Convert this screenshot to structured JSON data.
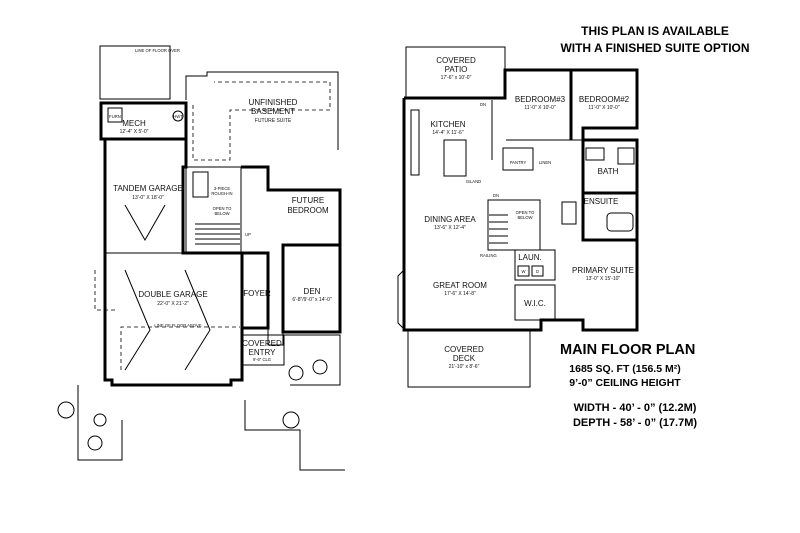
{
  "header": {
    "line1": "THIS PLAN IS AVAILABLE",
    "line2": "WITH A FINISHED SUITE OPTION"
  },
  "info": {
    "title": "MAIN FLOOR PLAN",
    "area": "1685  SQ. FT (156.5 M²)",
    "ceiling": "9’-0” CEILING HEIGHT",
    "width": "WIDTH - 40’ - 0” (12.2M)",
    "depth": "DEPTH - 58’ - 0” (17.7M)"
  },
  "lower_floor": {
    "line_of_floor_over": "LINE OF FLOOR OVER",
    "mech": {
      "name": "MECH",
      "dim": "12'-4\" X 5'-0\""
    },
    "furn": "FURN",
    "hwt": "HWT",
    "basement": {
      "name1": "UNFINISHED",
      "name2": "BASEMENT",
      "note": "FUTURE SUITE"
    },
    "tandem": {
      "name": "TANDEM GARAGE",
      "dim": "13'-0\" X 18'-0\""
    },
    "rough_in": {
      "l1": "3-PIECE",
      "l2": "ROUGH-IN"
    },
    "open_to_below": {
      "l1": "OPEN TO",
      "l2": "BELOW"
    },
    "up": "UP",
    "future_bedroom": {
      "l1": "FUTURE",
      "l2": "BEDROOM"
    },
    "double_garage": {
      "name": "DOUBLE GARAGE",
      "dim": "22'-0\" X 21'-2\""
    },
    "line_of_floor_above": "LINE OF FLOOR ABOVE",
    "foyer": "FOYER",
    "den": {
      "name": "DEN",
      "dim": "6'-8\"/9'-0\" x 14'-0\""
    },
    "covered_entry": {
      "l1": "COVERED",
      "l2": "ENTRY",
      "note": "9'-6\" CLG"
    }
  },
  "main_floor": {
    "covered_patio": {
      "l1": "COVERED",
      "l2": "PATIO",
      "dim": "17'-6\" x 10'-0\""
    },
    "dn": "DN",
    "kitchen": {
      "name": "KITCHEN",
      "dim": "14'-4\" X 11'-6\""
    },
    "island": "ISLAND",
    "pantry": "PANTRY",
    "linen": "LINEN",
    "bedroom3": {
      "name": "BEDROOM#3",
      "dim": "11'-0\" X 10'-0\""
    },
    "bedroom2": {
      "name": "BEDROOM#2",
      "dim": "11'-0\" X 10'-0\""
    },
    "bath": "BATH",
    "ensuite": "ENSUITE",
    "dining": {
      "name": "DINING AREA",
      "dim": "13'-6\" X 12'-4\""
    },
    "open_to_below": {
      "l1": "OPEN TO",
      "l2": "BELOW"
    },
    "railing": "RAILING",
    "laun": "LAUN.",
    "w": "W",
    "d": "D",
    "great_room": {
      "name": "GREAT ROOM",
      "dim": "17'-6\" X 14'-8\""
    },
    "wic": "W.I.C.",
    "primary_suite": {
      "name": "PRIMARY SUITE",
      "dim": "13'-0\" X 15'-10\""
    },
    "covered_deck": {
      "l1": "COVERED",
      "l2": "DECK",
      "dim": "21'-10\" x 8'-6\""
    }
  }
}
